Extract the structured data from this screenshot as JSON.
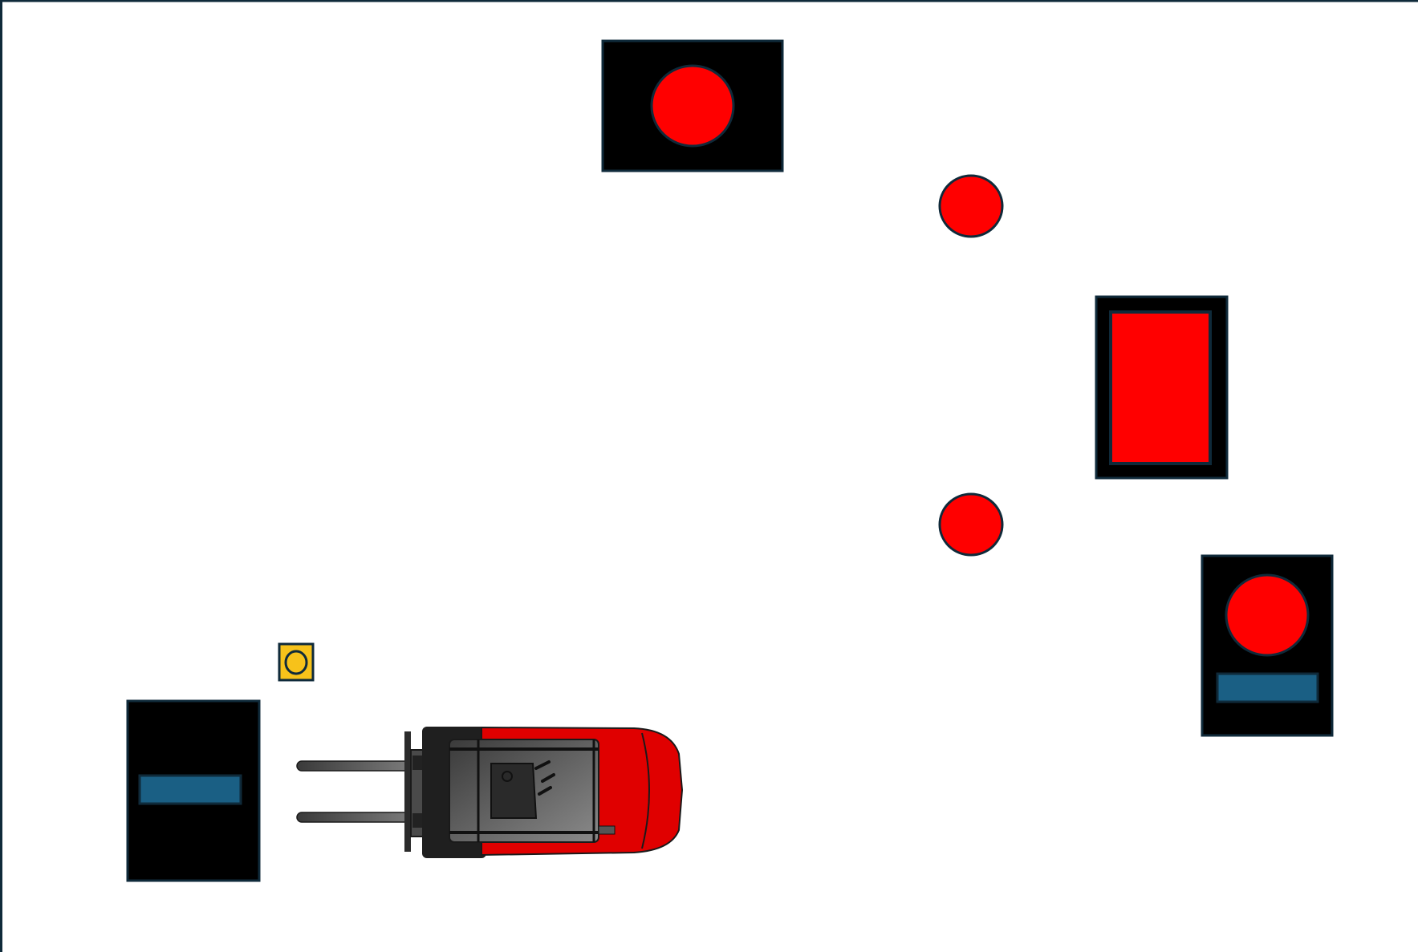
{
  "colors": {
    "background": "#ffffff",
    "border": "#0f2a3a",
    "station_fill": "#000000",
    "target_red": "#ff0000",
    "pallet_slot_blue": "#1a5f84",
    "marker_yellow": "#f7c21a",
    "forklift_body_red": "#e00000",
    "forklift_dark": "#2b2b2b",
    "forklift_grey": "#6c6c6c"
  },
  "scene": {
    "stations": [
      {
        "name": "station-top-round-target",
        "shape": "circle"
      },
      {
        "name": "station-right-rect-target",
        "shape": "rect"
      },
      {
        "name": "station-right-lower-pallet",
        "shape": "circle-and-slot"
      },
      {
        "name": "station-left-pallet",
        "shape": "slot"
      }
    ],
    "free_targets": [
      {
        "name": "target-upper-right"
      },
      {
        "name": "target-middle-right"
      }
    ],
    "marker": {
      "name": "marker-yellow",
      "icon": "ring-marker-icon"
    },
    "forklift": {
      "name": "forklift",
      "icon": "forklift-icon",
      "heading": "left"
    }
  }
}
